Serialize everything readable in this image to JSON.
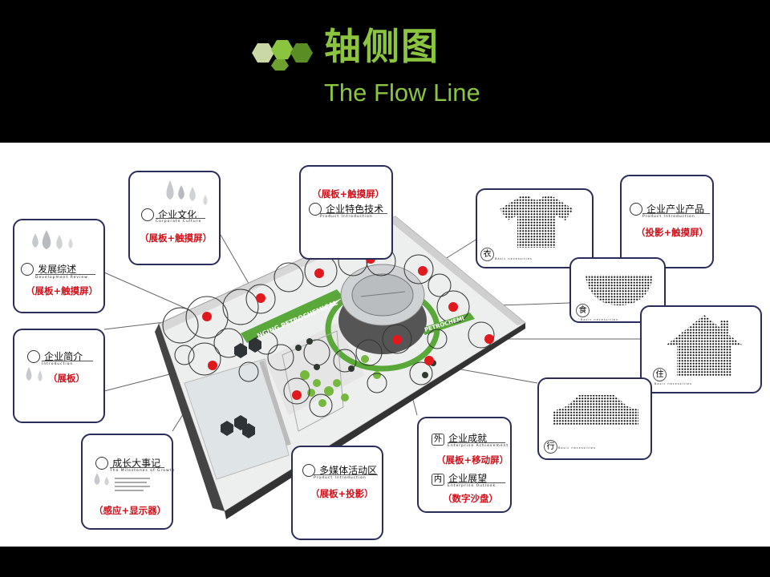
{
  "header": {
    "title_cn": "轴侧图",
    "title_en": "The Flow Line"
  },
  "colors": {
    "accent_green": "#8bc53f",
    "card_border": "#2a2d5a",
    "highlight_red": "#d0101a"
  },
  "cards": {
    "development": {
      "title": "发展综述",
      "subtitle": "Development Review",
      "tag": "（展板+触摸屏）"
    },
    "culture": {
      "title": "企业文化",
      "subtitle": "Corporate Culture",
      "tag": "（展板+触摸屏）"
    },
    "intro": {
      "title": "企业简介",
      "subtitle": "Introduction",
      "tag": "（展板）"
    },
    "milestones": {
      "title": "成长大事记",
      "subtitle": "The Milestones of Growth",
      "tag": "（感应+显示器）"
    },
    "tech": {
      "title": "企业特色技术",
      "subtitle": "Product Introduction",
      "tag": "（展板+触摸屏）"
    },
    "multimedia": {
      "title": "多媒体活动区",
      "subtitle": "Product Introduction",
      "tag": "（展板+投影）"
    },
    "achievement": {
      "badge": "外",
      "title": "企业成就",
      "subtitle": "Enterprise Achievement",
      "tag": "（展板+移动屏）"
    },
    "outlook": {
      "badge": "内",
      "title": "企业展望",
      "subtitle": "Enterprise Outlook",
      "tag": "（数字沙盘）"
    },
    "products": {
      "title": "企业产业产品",
      "subtitle": "Product Introduction",
      "tag": "（投影+触摸屏）"
    }
  },
  "necessities": {
    "clothing": {
      "char": "衣",
      "sub": "Basic necessities"
    },
    "food": {
      "char": "食",
      "sub": "Basic necessities"
    },
    "housing": {
      "char": "住",
      "sub": "Basic necessities"
    },
    "travel": {
      "char": "行",
      "sub": "Basic necessities"
    }
  },
  "floorplan": {
    "banner_left": "NGING PETROCHEMICAL",
    "banner_right": "PETROCHEMI"
  }
}
